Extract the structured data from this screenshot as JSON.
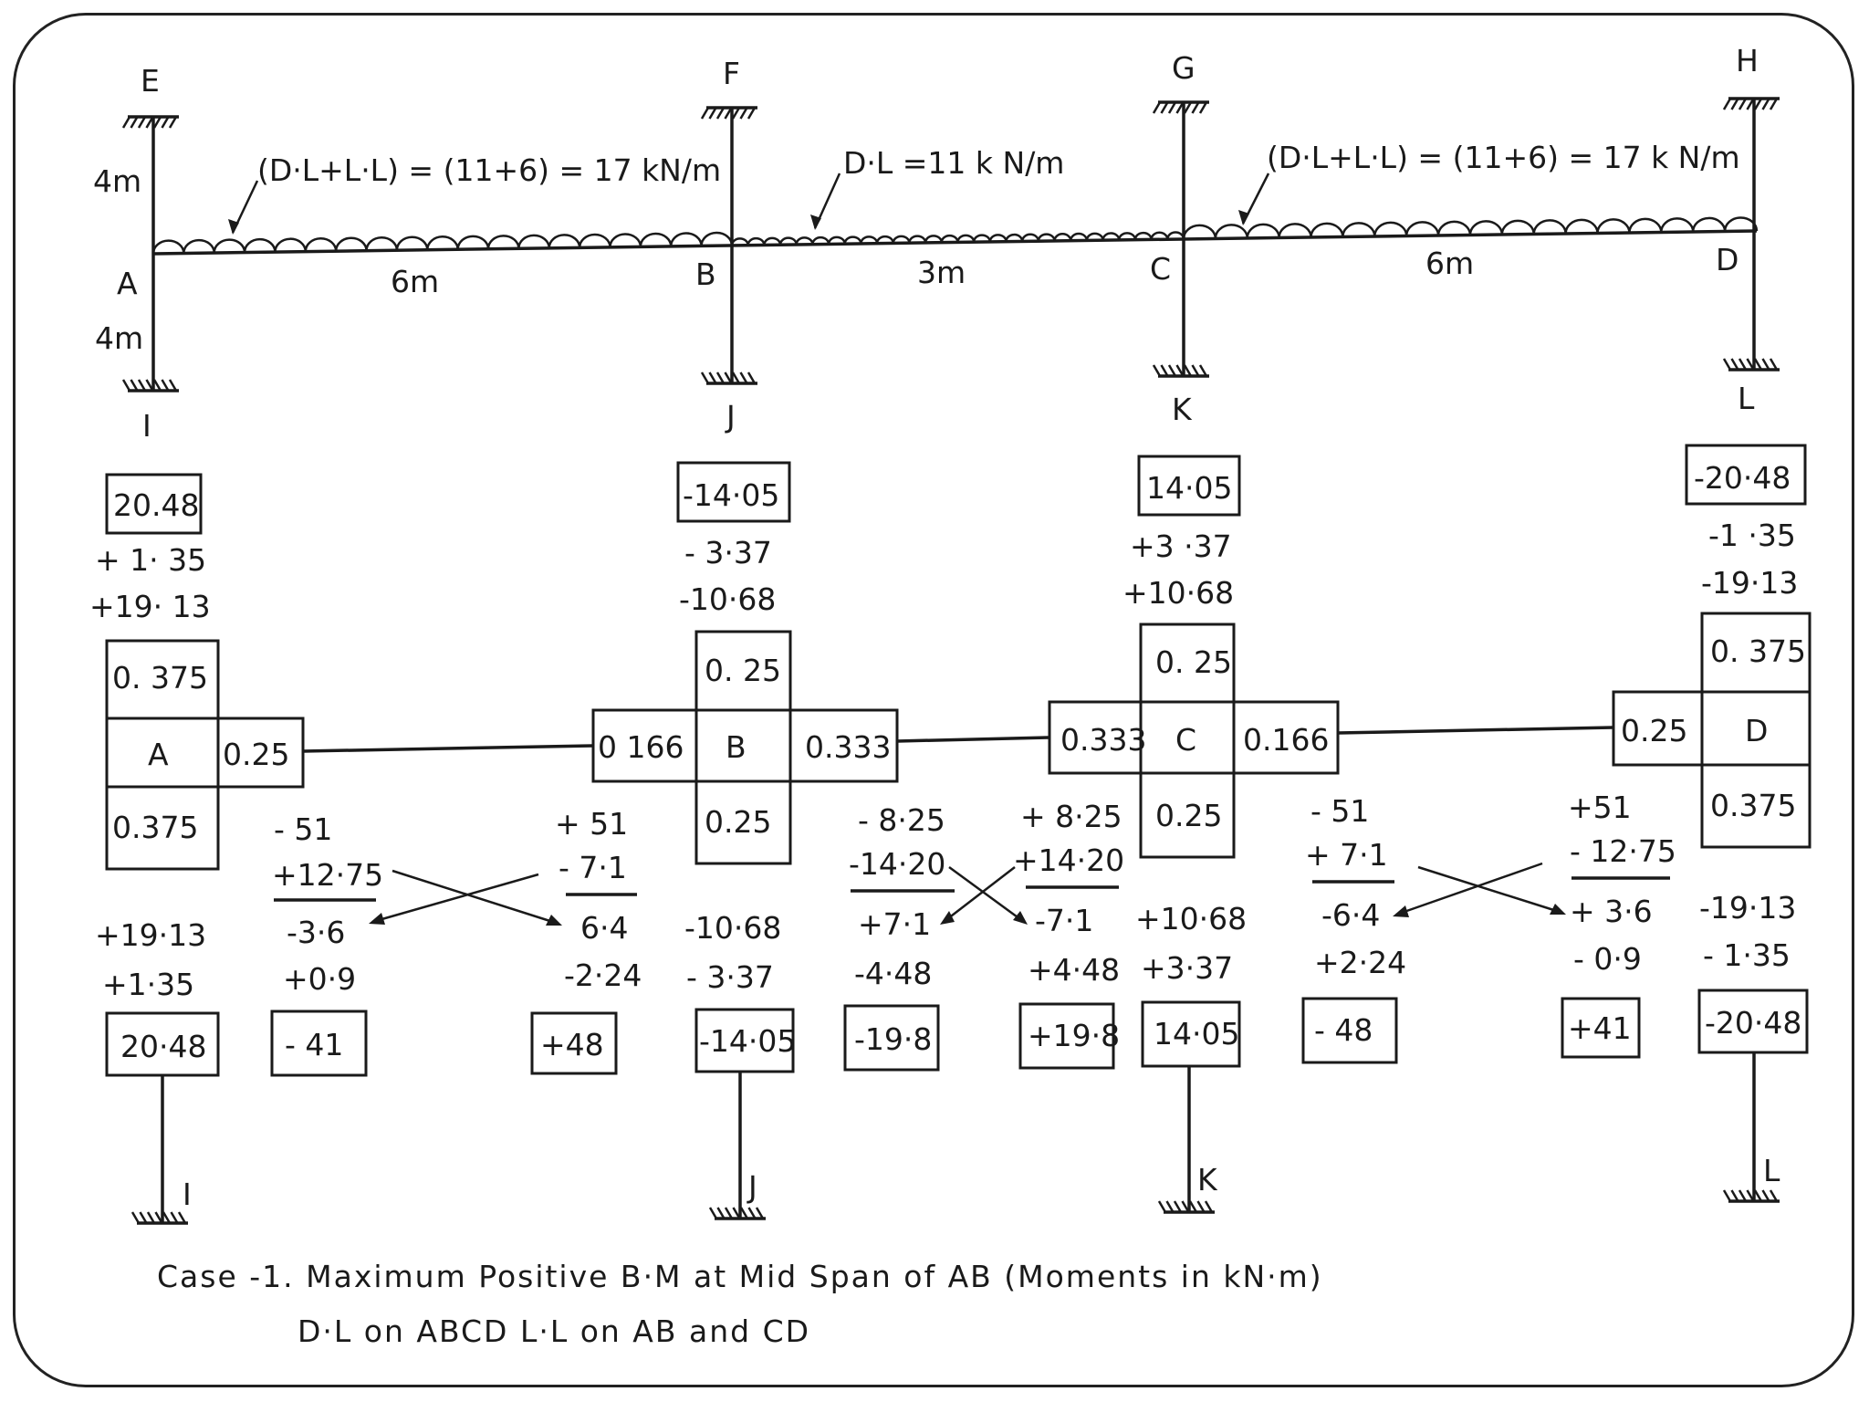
{
  "nodes": {
    "E": "E",
    "F": "F",
    "G": "G",
    "H": "H",
    "A": "A",
    "B": "B",
    "C": "C",
    "D": "D",
    "I": "I",
    "J": "J",
    "K": "K",
    "L": "L"
  },
  "dims": {
    "col_top": "4m",
    "col_bot": "4m",
    "span_ab": "6m",
    "span_bc": "3m",
    "span_cd": "6m"
  },
  "loads": {
    "ab": "(D·L+L·L) = (11+6) = 17 kN/m",
    "bc": "D·L =11 k N/m",
    "cd": "(D·L+L·L) = (11+6) = 17 k N/m"
  },
  "joints": {
    "A": {
      "label": "A",
      "top": "0. 375",
      "right": "0.25",
      "bottom": "0.375"
    },
    "B": {
      "label": "B",
      "left": "0 166",
      "top": "0. 25",
      "right": "0.333",
      "bottom": "0.25"
    },
    "C": {
      "label": "C",
      "left": "0.333",
      "top": "0. 25",
      "right": "0.166",
      "bottom": "0.25"
    },
    "D": {
      "label": "D",
      "left": "0.25",
      "top": "0. 375",
      "bottom": "0.375"
    }
  },
  "upper": {
    "A": {
      "final": "20.48",
      "v1": "+ 1· 35",
      "v2": "+19· 13"
    },
    "B": {
      "final": "-14·05",
      "v1": "- 3·37",
      "v2": "-10·68"
    },
    "C": {
      "final": "14·05",
      "v1": "+3 ·37",
      "v2": "+10·68"
    },
    "D": {
      "final": "-20·48",
      "v1": "-1 ·35",
      "v2": "-19·13"
    }
  },
  "lower": {
    "colA": {
      "v1": "+19·13",
      "v2": "+1·35",
      "final": "20·48"
    },
    "ab_left": {
      "fem": "- 51",
      "dist": "+12·75",
      "co": "-3·6",
      "bal": "+0·9",
      "final": "- 41"
    },
    "ab_right": {
      "fem": "+ 51",
      "dist": "-  7·1",
      "co": "6·4",
      "bal": "-2·24",
      "final": "+48"
    },
    "colB": {
      "v1": "-10·68",
      "v2": "- 3·37",
      "final": "-14·05"
    },
    "bc_left": {
      "fem": "- 8·25",
      "dist": "-14·20",
      "co": "+7·1",
      "bal": "-4·48",
      "final": "-19·8"
    },
    "bc_right": {
      "fem": "+ 8·25",
      "dist": "+14·20",
      "co": "-7·1",
      "bal": "+4·48",
      "final": "+19·8"
    },
    "colC": {
      "v1": "+10·68",
      "v2": "+3·37",
      "final": "14·05"
    },
    "cd_left": {
      "fem": "- 51",
      "dist": "+ 7·1",
      "co": "-6·4",
      "bal": "+2·24",
      "final": "- 48"
    },
    "cd_right": {
      "fem": "+51",
      "dist": "- 12·75",
      "co": "+ 3·6",
      "bal": "- 0·9",
      "final": "+41"
    },
    "colD": {
      "v1": "-19·13",
      "v2": "- 1·35",
      "final": "-20·48"
    }
  },
  "caption": {
    "line1": "Case -1. Maximum Positive  B·M at Mid Span  of  AB  (Moments in kN·m)",
    "line2": "D·L on ABCD      L·L on  AB and CD"
  }
}
